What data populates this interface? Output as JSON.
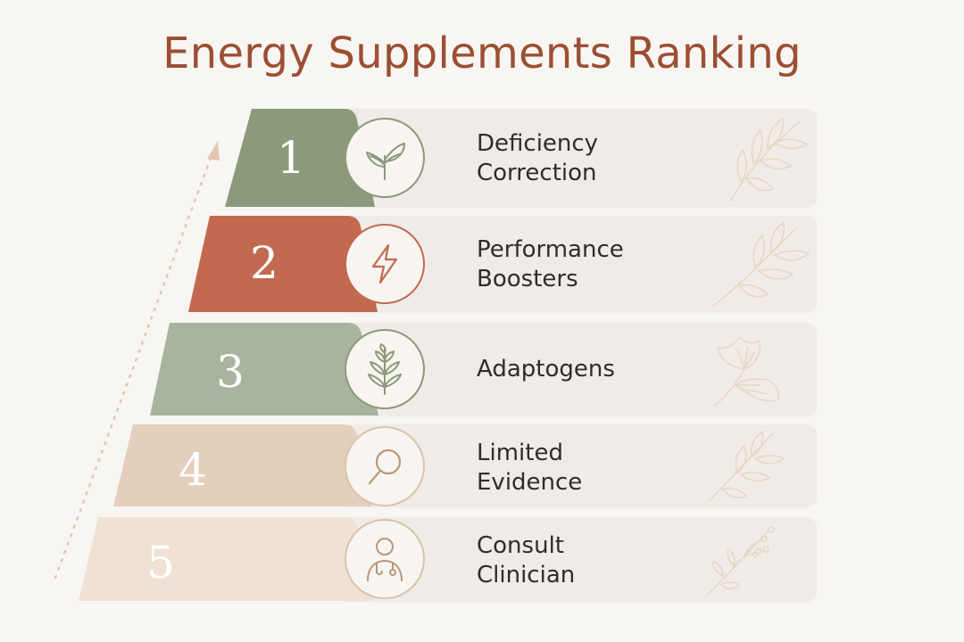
{
  "title": "Energy Supplements Ranking",
  "tiers": [
    {
      "rank": "1",
      "label": "Deficiency\nCorrection",
      "icon": "sprout-icon",
      "color": "#8b9a7b",
      "deco": "leaf-branch-icon"
    },
    {
      "rank": "2",
      "label": "Performance\nBoosters",
      "icon": "lightning-icon",
      "color": "#c2694f",
      "deco": "leaf-branch-icon"
    },
    {
      "rank": "3",
      "label": "Adaptogens",
      "icon": "herb-icon",
      "color": "#a8b49d",
      "deco": "ginkgo-icon"
    },
    {
      "rank": "4",
      "label": "Limited\nEvidence",
      "icon": "magnifier-icon",
      "color": "#e3cfbb",
      "deco": "leaf-branch-icon"
    },
    {
      "rank": "5",
      "label": "Consult\nClinician",
      "icon": "clinician-icon",
      "color": "#efe2d5",
      "deco": "berry-branch-icon"
    }
  ]
}
